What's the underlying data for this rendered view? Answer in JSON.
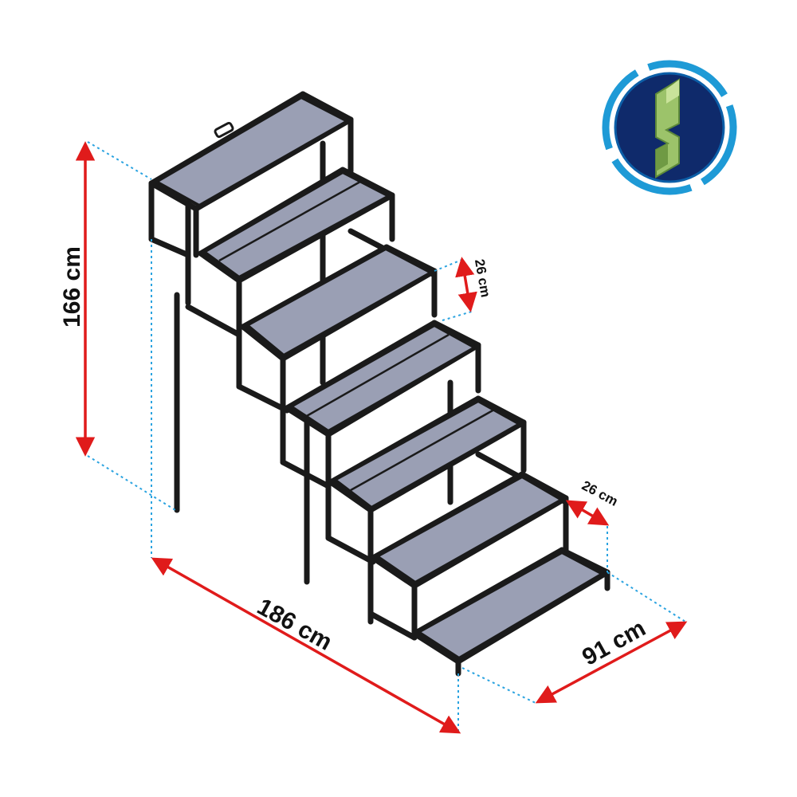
{
  "dimensions": {
    "height": "166 cm",
    "length": "186 cm",
    "width": "91 cm",
    "step_rise": "26 cm",
    "step_depth": "26 cm"
  },
  "colors": {
    "frame": "#1a1a1a",
    "tread": "#9a9fb4",
    "dimension_arrow": "#e01b1b",
    "extension_line": "#2aa3e0",
    "logo_ring": "#1e9ad6",
    "logo_center": "#0f2a6b",
    "logo_mark": "#9cc36a"
  },
  "logo": {
    "icon": "brand-logo-icon"
  }
}
